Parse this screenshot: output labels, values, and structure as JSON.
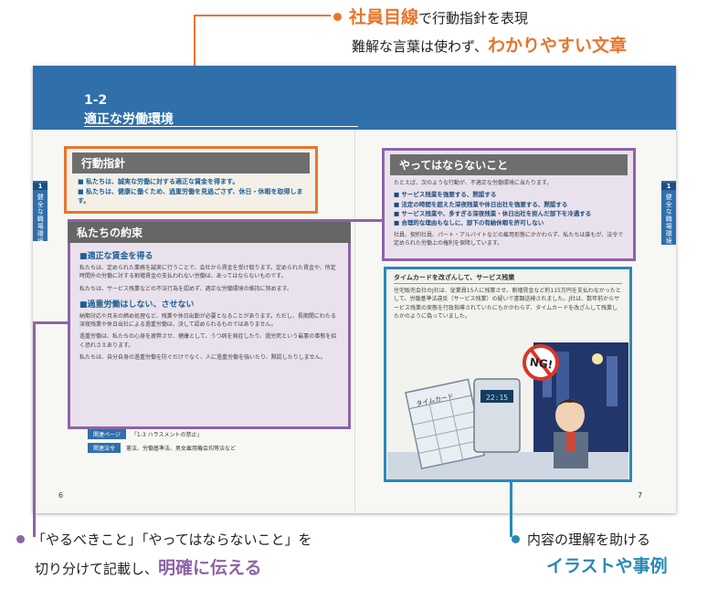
{
  "callout_top": {
    "highlight1": "社員目線",
    "text1": "で行動指針を表現",
    "text2": "難解な言葉は使わず、",
    "highlight2": "わかりやすい文章"
  },
  "book": {
    "section_number": "1-2",
    "section_title": "適正な労働環境",
    "side_tab_number": "1",
    "side_tab_label": "健全な職場環境",
    "page_left": "6",
    "page_right": "7",
    "action_guideline": {
      "heading": "行動指針",
      "bullets": [
        "■ 私たちは、誠実な労働に対する適正な賃金を得ます。",
        "■ 私たちは、健康に働くため、過重労働を見過ごさず、休日・休暇を取得します。"
      ]
    },
    "promise": {
      "heading": "私たちの約束",
      "sub1": "■適正な賃金を得る",
      "p1": "私たちは、定められた業務を誠実に行うことで、会社から賃金を受け取ります。定められた賃金や、所定時間外の労働に対する割増賃金の支払われない労働は、あってはならないものです。",
      "p2": "私たちは、サービス残業などの不法行為を認めず、適正な労働環境の維持に努めます。",
      "sub2": "■過重労働はしない、させない",
      "p3": "納期対応や月末の締め処理など、残業や休日出勤が必要となることがあります。ただし、長期間にわたる深夜残業や休日出社による過重労働は、決して認められるものではありません。",
      "p4": "過重労働は、私たちの心身を疲弊させ、健康として、うつ病を発症したり、過労死という最悪の事態を招く恐れさえあります。",
      "p5": "私たちは、自分自身の過重労働を防ぐだけでなく、人に過重労働を強いたり、黙認したりしません。"
    },
    "related": {
      "page_label": "関連ページ",
      "page_value": "「1-3 ハラスメントの禁止」",
      "law_label": "関連法令",
      "law_value": "憲法、労働基準法、男女雇用機会均等法など"
    },
    "donts": {
      "heading": "やってはならないこと",
      "intro": "たとえば、次のような行動が、不適正な労働環境に当たります。",
      "items": [
        "■ サービス残業を強要する、黙認する",
        "■ 法定の時間を超えた深夜残業や休日出社を強要する、黙認する",
        "■ サービス残業や、多すぎる深夜残業・休日出社を拒んだ部下を冷遇する",
        "■ 合理的な理由もなしに、部下の有給休暇を許可しない"
      ],
      "outro": "社員、契約社員、パート・アルバイトなどの雇用形態にかかわらず、私たちは誰もが、法令で定められた労働上の権利を保障しています。"
    },
    "case": {
      "title": "タイムカードを改ざんして、サービス残業",
      "body": "住宅販売会社のJ社は、従業員15人に残業させ、割増賃金など約115万円を支払わなかったとして、労働基準法違反（サービス残業）の疑いで書類送検されました。J社は、数年前からサービス残業の実態を行政指導されていたにもかかわらず、タイムカードを改ざんして残業したかのように偽っていました。",
      "card_label": "タイムカード",
      "clock_time": "22:15",
      "ng_label": "NG!"
    }
  },
  "callout_bottom_left": {
    "line1": "「やるべきこと」「やってはならないこと」を",
    "line2a": "切り分けて記載し、",
    "highlight": "明確に伝える"
  },
  "callout_bottom_right": {
    "line1": "内容の理解を助ける",
    "highlight": "イラストや事例"
  },
  "colors": {
    "orange": "#e8752d",
    "purple": "#8e63a8",
    "blue": "#2a89b5",
    "banner": "#2f6faa"
  }
}
